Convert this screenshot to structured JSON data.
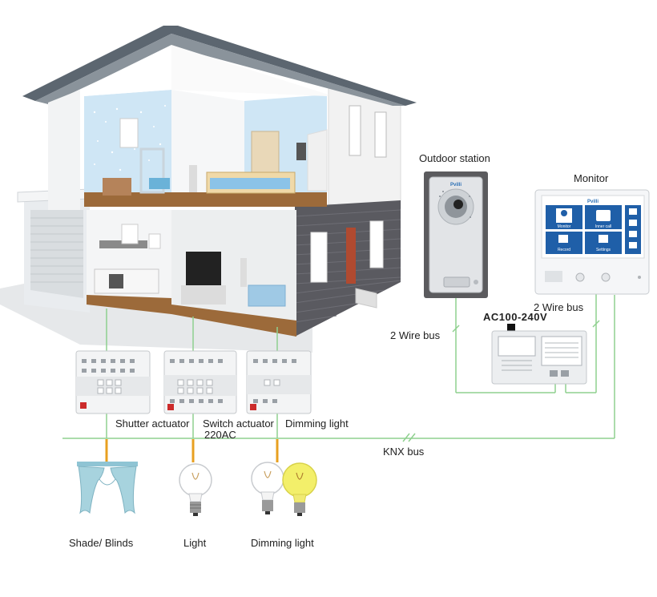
{
  "labels": {
    "outdoor_station": "Outdoor station",
    "monitor": "Monitor",
    "two_wire_bus_right": "2 Wire bus",
    "two_wire_bus_left": "2 Wire bus",
    "power_supply": "AC100-240V",
    "shutter_actuator": "Shutter actuator",
    "switch_actuator": "Switch actuator",
    "switch_actuator_voltage": "220AC",
    "dimming_light_actuator": "Dimming light",
    "knx_bus": "KNX bus",
    "shade_blinds": "Shade/ Blinds",
    "light": "Light",
    "dimming_light_bulb": "Dimming light"
  },
  "colors": {
    "bus_line": "#8fd08f",
    "orange_wire": "#e8a020",
    "wall_blue": "#cfe6f5",
    "siding": "#5a5a60",
    "roof": "#5c6670",
    "floor_wood": "#9c6a3a",
    "bulb_yellow": "#f3ef6a"
  }
}
